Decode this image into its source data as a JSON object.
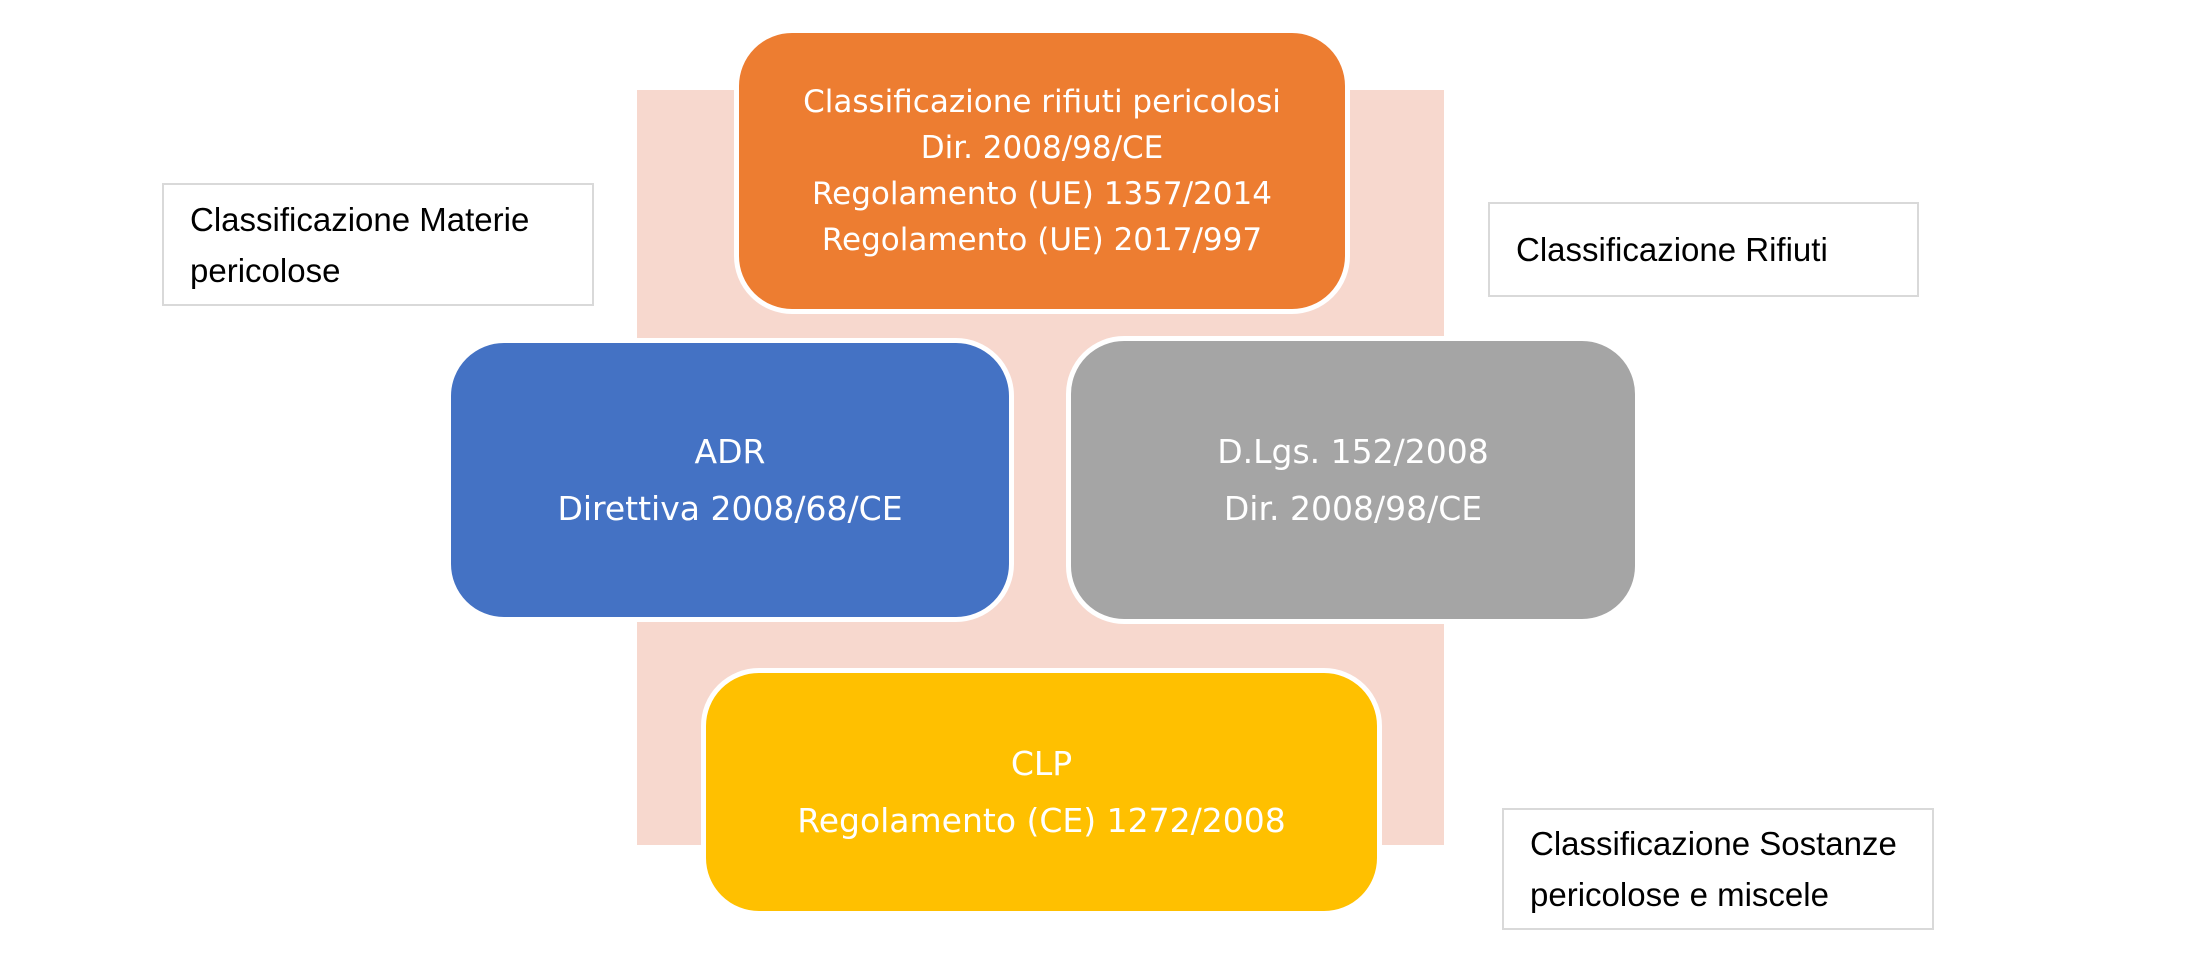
{
  "diagram": {
    "background_color": "#FFFFFF",
    "pink_band": {
      "color": "#F7D8CE"
    },
    "label_border_color": "#D9D9D9",
    "boxes": {
      "waste": {
        "color": "#ED7D31",
        "text_color": "#FFFFFF",
        "lines": [
          "Classificazione rifiuti pericolosi",
          "Dir. 2008/98/CE",
          "Regolamento (UE) 1357/2014",
          "Regolamento (UE) 2017/997"
        ]
      },
      "adr": {
        "color": "#4472C4",
        "text_color": "#FFFFFF",
        "lines": [
          "ADR",
          "Direttiva 2008/68/CE"
        ]
      },
      "dlgs": {
        "color": "#A5A5A5",
        "text_color": "#FFFFFF",
        "lines": [
          "D.Lgs. 152/2008",
          "Dir. 2008/98/CE"
        ]
      },
      "clp": {
        "color": "#FFC000",
        "text_color": "#FFFFFF",
        "lines": [
          "CLP",
          "Regolamento (CE) 1272/2008"
        ]
      }
    },
    "labels": {
      "materie": {
        "text_color": "#000000",
        "lines": [
          "Classificazione Materie",
          "pericolose"
        ]
      },
      "rifiuti": {
        "text_color": "#000000",
        "lines": [
          "Classificazione Rifiuti"
        ]
      },
      "sostanze": {
        "text_color": "#000000",
        "lines": [
          "Classificazione Sostanze",
          "pericolose e miscele"
        ]
      }
    }
  }
}
